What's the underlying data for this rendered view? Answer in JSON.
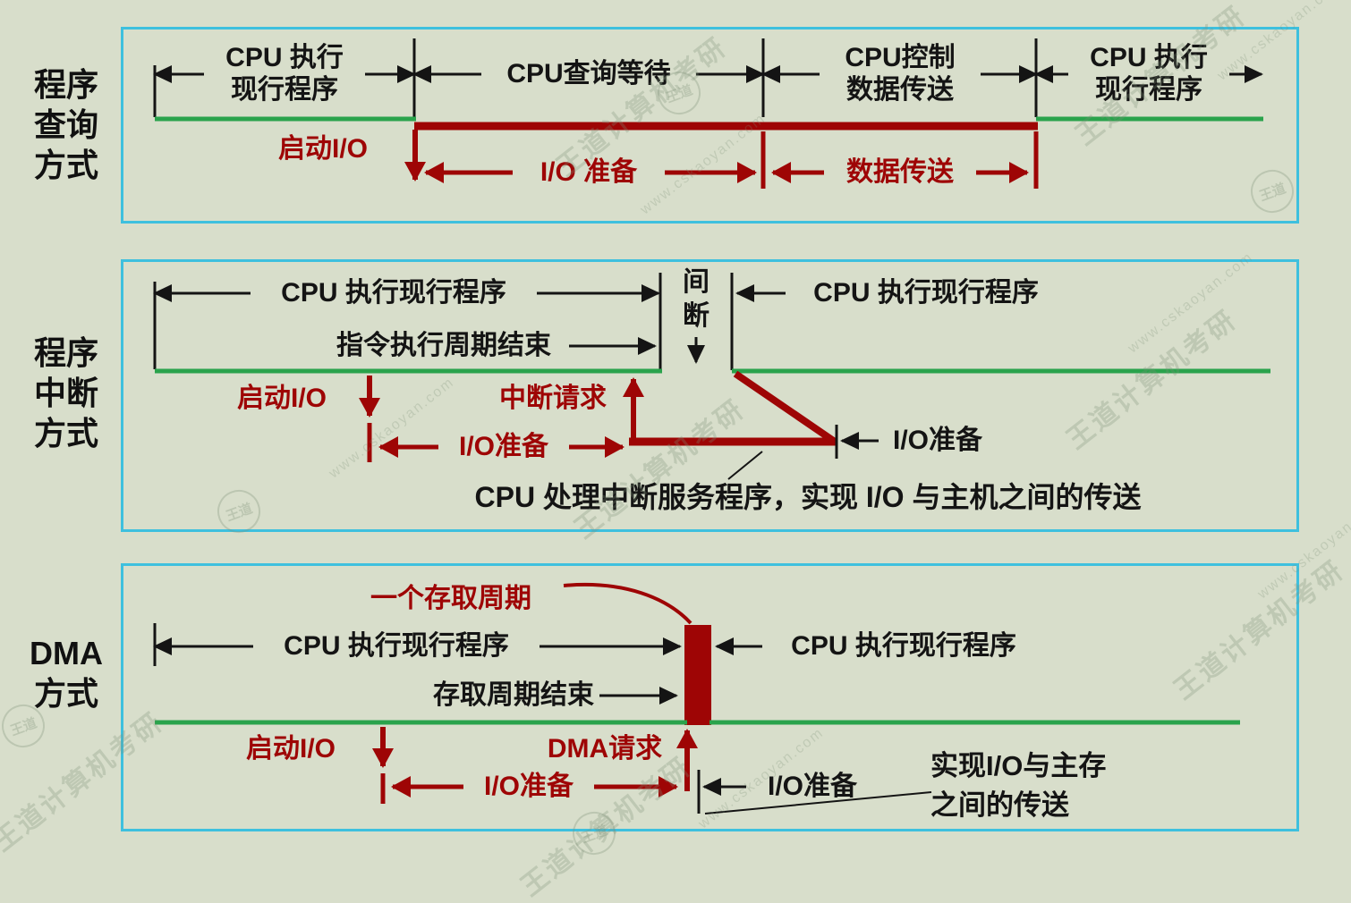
{
  "watermark": {
    "brand": "王道计算机考研",
    "site": "www.cskaoyan.com",
    "logo": "王道"
  },
  "panel_polling": {
    "side_label": "程序\n查询\n方式",
    "cpu_exec_left": "CPU 执行\n现行程序",
    "cpu_poll_wait": "CPU查询等待",
    "cpu_ctrl_transfer": "CPU控制\n数据传送",
    "cpu_exec_right": "CPU  执行\n现行程序",
    "start_io": "启动I/O",
    "io_prepare": "I/O 准备",
    "data_transfer": "数据传送"
  },
  "panel_interrupt": {
    "side_label": "程序\n中断\n方式",
    "cpu_exec_left": "CPU  执行现行程序",
    "gap": "间\n断",
    "cpu_exec_right": "CPU  执行现行程序",
    "instr_cycle_end": "指令执行周期结束",
    "start_io": "启动I/O",
    "interrupt_request": "中断请求",
    "io_prepare_red": "I/O准备",
    "io_prepare_black": "I/O准备",
    "note": "CPU 处理中断服务程序，实现 I/O 与主机之间的传送"
  },
  "panel_dma": {
    "side_label": "DMA\n方式",
    "one_access_cycle": "一个存取周期",
    "cpu_exec_left": "CPU  执行现行程序",
    "cpu_exec_right": "CPU  执行现行程序",
    "access_cycle_end": "存取周期结束",
    "start_io": "启动I/O",
    "dma_request": "DMA请求",
    "io_prepare_red": "I/O准备",
    "io_prepare_black": "I/O准备",
    "note": "实现I/O与主存\n之间的传送"
  }
}
